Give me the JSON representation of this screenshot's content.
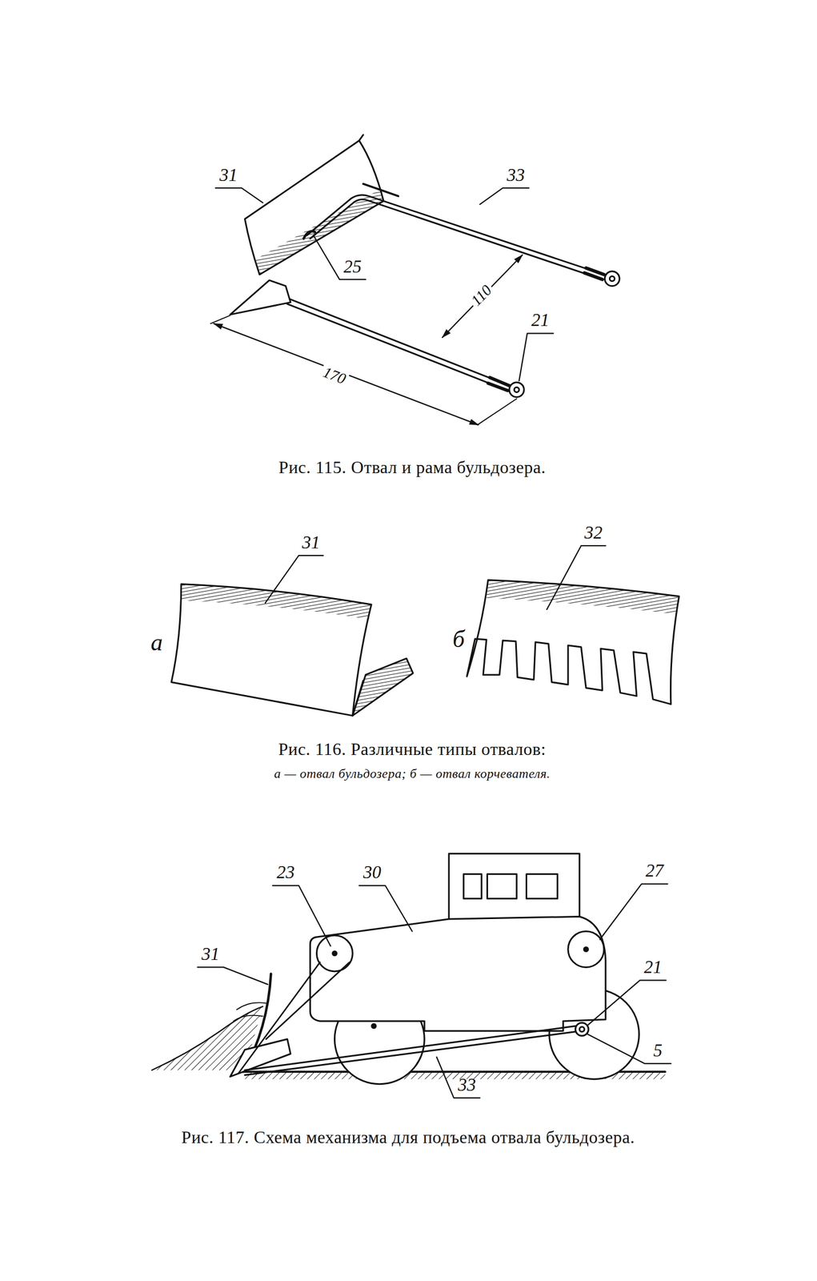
{
  "diagram": {
    "labels": [
      "31",
      "33",
      "25",
      "110",
      "21",
      "170",
      "Рис. 115. Отвал и рама бульдозера.",
      "31",
      "32",
      "а",
      "б",
      "Рис. 116. Различные типы отвалов:",
      "а — отвал бульдозера; б — отвал корчевателя.",
      "23",
      "30",
      "27",
      "31",
      "21",
      "5",
      "33",
      "Рис. 117. Схема механизма для подъема отвала бульдозера."
    ]
  }
}
